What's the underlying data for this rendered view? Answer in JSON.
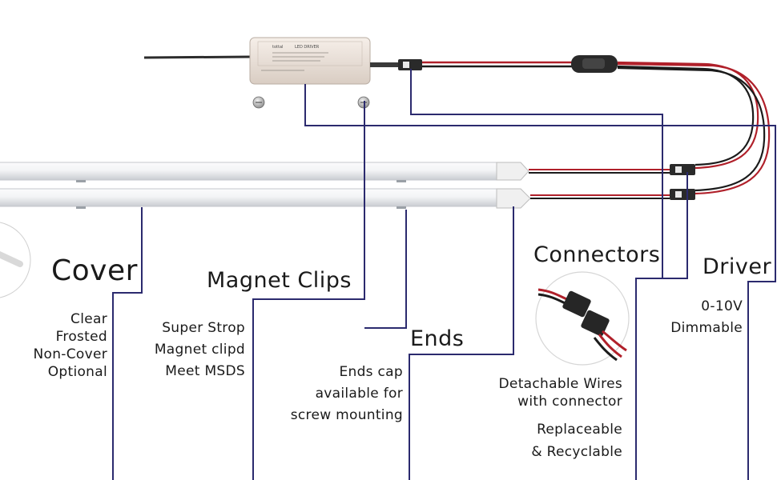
{
  "colors": {
    "leader_line": "#2b2a6e",
    "wire_red": "#b0202a",
    "wire_black": "#1b1b1b",
    "driver_body": "#ece3dc",
    "tube": "#eceef0",
    "text": "#1a1a1a"
  },
  "driver_label_text": {
    "brand": "tottal",
    "title": "LED DRIVER"
  },
  "callouts": {
    "cover": {
      "heading": "Cover",
      "lines": [
        "Clear",
        "Frosted",
        "Non-Cover",
        "Optional"
      ]
    },
    "magnet_clips": {
      "heading": "Magnet Clips",
      "lines": [
        "Super Strop",
        "Magnet clipd",
        "Meet MSDS"
      ]
    },
    "ends": {
      "heading": "Ends",
      "lines": [
        "Ends cap",
        "available for",
        "screw mounting"
      ]
    },
    "connectors": {
      "heading": "Connectors",
      "lines": [
        "Detachable Wires",
        "with connector"
      ],
      "extra_lines": [
        "Replaceable",
        "& Recyclable"
      ]
    },
    "driver": {
      "heading": "Driver",
      "lines": [
        "0-10V",
        "Dimmable"
      ]
    }
  }
}
